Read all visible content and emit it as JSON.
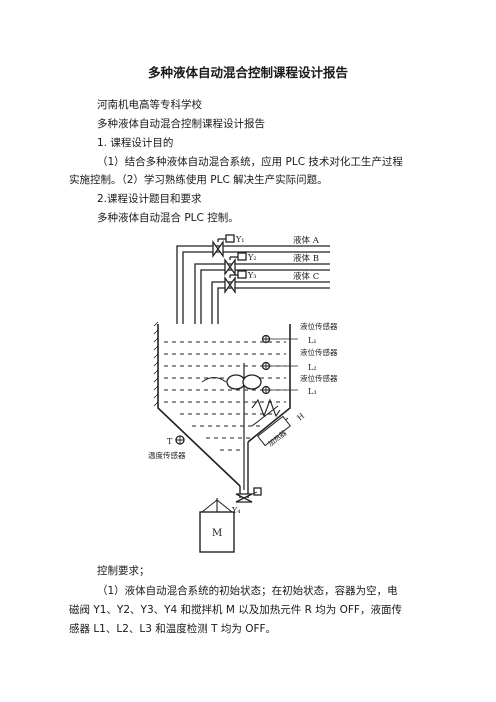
{
  "document": {
    "title": "多种液体自动混合控制课程设计报告",
    "school": "河南机电高等专科学校",
    "subtitle": "多种液体自动混合控制课程设计报告",
    "section1_heading": "1. 课程设计目的",
    "section1_line1": "（1）结合多种液体自动混合系统，应用 PLC 技术对化工生产过程",
    "section1_line2": "实施控制。（2）学习熟练使用 PLC 解决生产实际问题。",
    "section2_heading": "2.课程设计题目和要求",
    "section2_topic": "多种液体自动混合 PLC 控制。",
    "requirements_label": "控制要求；",
    "req1_line1": "（1）液体自动混合系统的初始状态；在初始状态，容器为空，电",
    "req1_line2": "磁阀 Y1、Y2、Y3、Y4 和搅拌机 M 以及加热元件 R 均为 OFF，液面传",
    "req1_line3": "感器 L1、L2、L3 和温度检测 T 均为 OFF。"
  },
  "diagram": {
    "valve_y1": "Y₁",
    "valve_y2": "Y₂",
    "valve_y3": "Y₃",
    "valve_y4": "Y₄",
    "liquid_a": "液体 A",
    "liquid_b": "液体 B",
    "liquid_c": "液体 C",
    "level_sensor_1": "液位传感器",
    "level_sensor_2": "液位传感器",
    "level_sensor_3": "液位传感器",
    "l1": "L₁",
    "l2": "L₂",
    "l3": "L₃",
    "heater_label": "加热器",
    "heater_h": "H",
    "temp_t": "T",
    "temp_sensor": "温度传感器",
    "motor_m": "M"
  }
}
